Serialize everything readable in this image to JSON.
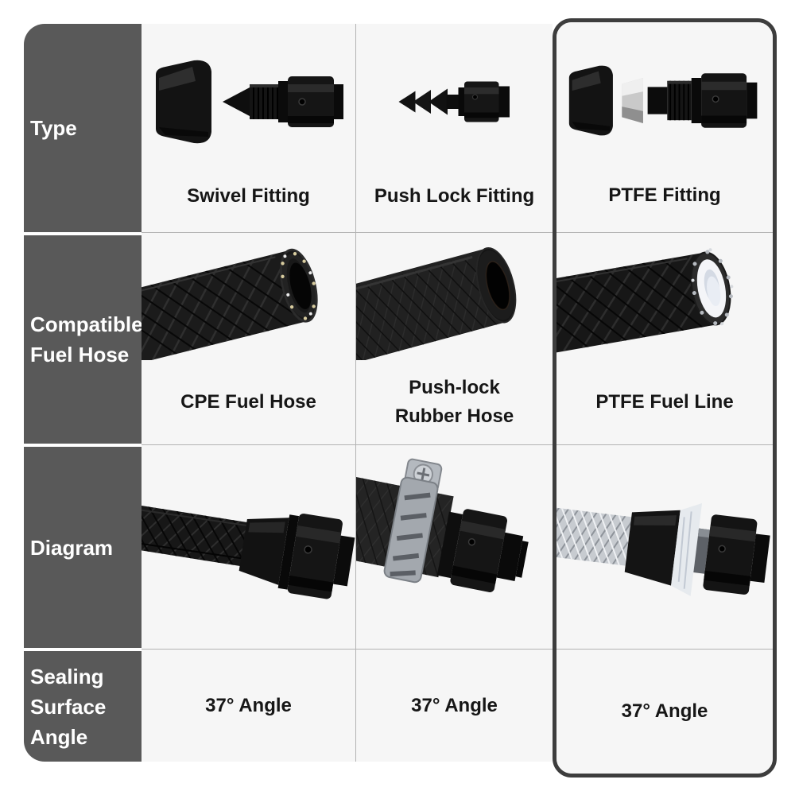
{
  "colors": {
    "page_bg": "#ffffff",
    "label_column_bg": "#595959",
    "label_text": "#ffffff",
    "cell_bg": "#f6f6f6",
    "grid_line": "#b3b3b3",
    "highlight_border": "#3d3d3d",
    "caption_text": "#161616"
  },
  "table": {
    "row_headers": [
      {
        "label": "Type"
      },
      {
        "label": "Compatible Fuel Hose"
      },
      {
        "label": "Diagram"
      },
      {
        "label": "Sealing Surface Angle"
      }
    ],
    "columns": [
      {
        "type_label": "Swivel Fitting",
        "hose_label": "CPE Fuel Hose",
        "angle_label": "37° Angle",
        "type_image": "swivel-fitting-photo",
        "hose_image": "cpe-fuel-hose-photo",
        "diagram_image": "swivel-fitting-on-cpe-hose-photo",
        "highlighted": false
      },
      {
        "type_label": "Push Lock Fitting",
        "hose_label": "Push-lock Rubber Hose",
        "angle_label": "37° Angle",
        "type_image": "push-lock-fitting-photo",
        "hose_image": "push-lock-rubber-hose-photo",
        "diagram_image": "push-lock-fitting-with-clamp-photo",
        "highlighted": false
      },
      {
        "type_label": "PTFE Fitting",
        "hose_label": "PTFE Fuel Line",
        "angle_label": "37° Angle",
        "type_image": "ptfe-fitting-photo",
        "hose_image": "ptfe-fuel-line-photo",
        "diagram_image": "ptfe-fitting-on-ptfe-line-photo",
        "highlighted": true
      }
    ]
  },
  "chart_data": {
    "type": "table",
    "title": "",
    "row_headers": [
      "Type",
      "Compatible Fuel Hose",
      "Diagram",
      "Sealing Surface Angle"
    ],
    "columns": [
      "Swivel Fitting",
      "Push Lock Fitting",
      "PTFE Fitting"
    ],
    "rows": [
      [
        "Swivel Fitting",
        "Push Lock Fitting",
        "PTFE Fitting"
      ],
      [
        "CPE Fuel Hose",
        "Push-lock Rubber Hose",
        "PTFE Fuel Line"
      ],
      [
        "photo: swivel fitting installed on braided CPE hose",
        "photo: push lock fitting with worm clamp on rubber hose",
        "photo: PTFE fitting installed on braided PTFE line"
      ],
      [
        "37° Angle",
        "37° Angle",
        "37° Angle"
      ]
    ],
    "highlighted_column": "PTFE Fitting",
    "grid": true,
    "legend_position": "none"
  }
}
